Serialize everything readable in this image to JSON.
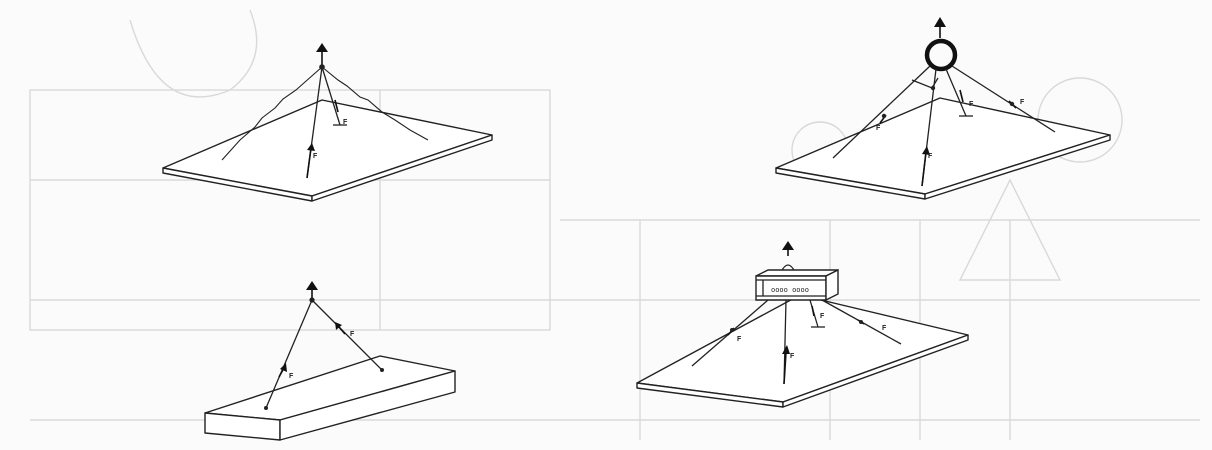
{
  "force_label": "F",
  "figures": [
    {
      "name": "chain-sling-plate",
      "description_icon": "multi-leg-chain-icon"
    },
    {
      "name": "ring-sling-plate",
      "description_icon": "master-ring-icon"
    },
    {
      "name": "two-leg-sling-block",
      "description_icon": "two-leg-sling-icon"
    },
    {
      "name": "spreader-beam-plate",
      "description_icon": "spreader-beam-icon"
    }
  ],
  "colors": {
    "line": "#222222",
    "background": "#fbfbfb",
    "ghost": "#d9d9d9"
  }
}
